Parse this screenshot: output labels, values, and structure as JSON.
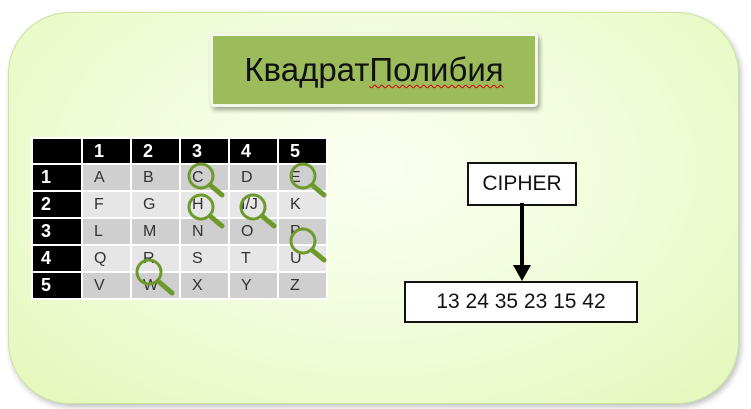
{
  "title": {
    "part1": "Квадрат ",
    "part2": "Полибия"
  },
  "grid": {
    "col_headers": [
      "1",
      "2",
      "3",
      "4",
      "5"
    ],
    "rows": [
      {
        "label": "1",
        "cells": [
          "A",
          "B",
          "C",
          "D",
          "E"
        ]
      },
      {
        "label": "2",
        "cells": [
          "F",
          "G",
          "H",
          "I/J",
          "K"
        ]
      },
      {
        "label": "3",
        "cells": [
          "L",
          "M",
          "N",
          "O",
          "P"
        ]
      },
      {
        "label": "4",
        "cells": [
          "Q",
          "R",
          "S",
          "T",
          "U"
        ]
      },
      {
        "label": "5",
        "cells": [
          "V",
          "W",
          "X",
          "Y",
          "Z"
        ]
      }
    ],
    "highlighted": [
      "C",
      "E",
      "H",
      "I/J",
      "P",
      "R"
    ]
  },
  "plaintext": "CIPHER",
  "ciphertext": "13 24 35 23 15 42",
  "colors": {
    "accent": "#9cbb5a",
    "magnifier": "#6d9a2a",
    "header_bg": "#000000"
  }
}
